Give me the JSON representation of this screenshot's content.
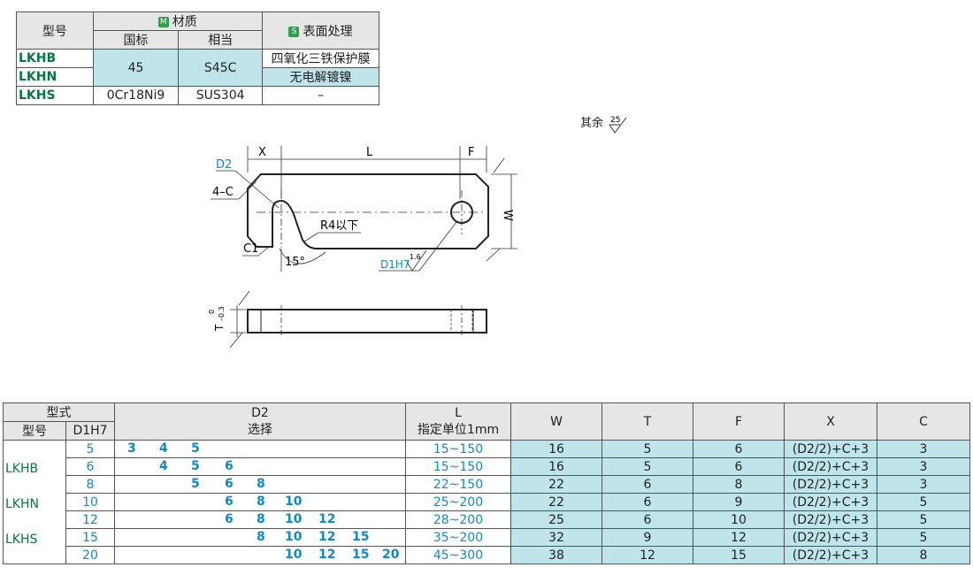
{
  "materials": {
    "header": {
      "model": "型号",
      "material": "材质",
      "gb": "国标",
      "equiv": "相当",
      "surface": "表面处理",
      "m_badge": "M",
      "s_badge": "S"
    },
    "rows": [
      {
        "code": "LKHB",
        "gb": "45",
        "equiv": "S45C",
        "surface": "四氧化三铁保护膜"
      },
      {
        "code": "LKHN",
        "surface": "无电解镀镍"
      },
      {
        "code": "LKHS",
        "gb": "0Cr18Ni9",
        "equiv": "SUS304",
        "surface": "–"
      }
    ]
  },
  "drawing": {
    "roughness_note": "其余",
    "roughness_default": "25",
    "labels": {
      "X": "X",
      "L": "L",
      "F": "F",
      "D2": "D2",
      "chamfer": "4–C",
      "radius": "R4以下",
      "C1": "C1",
      "angle": "15°",
      "D1": "D1H7",
      "D1_rough": "1.6",
      "W": "W",
      "T": "T",
      "tol_upper": "0",
      "tol_lower": "–0.3"
    }
  },
  "spec": {
    "header": {
      "type": "型式",
      "model": "型号",
      "d1": "D1H7",
      "d2": "D2",
      "select": "选择",
      "L": "L",
      "L_unit": "指定单位1mm",
      "W": "W",
      "T": "T",
      "F": "F",
      "X": "X",
      "C": "C"
    },
    "codes": [
      "LKHB",
      "LKHN",
      "LKHS"
    ],
    "rows": [
      {
        "d1": "5",
        "d2": [
          "3",
          "4",
          "5"
        ],
        "L": "15~150",
        "W": "16",
        "T": "5",
        "F": "6",
        "X": "(D2/2)+C+3",
        "C": "3"
      },
      {
        "d1": "6",
        "d2": [
          "4",
          "5",
          "6"
        ],
        "L": "15~150",
        "W": "16",
        "T": "5",
        "F": "6",
        "X": "(D2/2)+C+3",
        "C": "3"
      },
      {
        "d1": "8",
        "d2": [
          "5",
          "6",
          "8"
        ],
        "L": "22~150",
        "W": "22",
        "T": "6",
        "F": "8",
        "X": "(D2/2)+C+3",
        "C": "3"
      },
      {
        "d1": "10",
        "d2": [
          "6",
          "8",
          "10"
        ],
        "L": "25~200",
        "W": "22",
        "T": "6",
        "F": "9",
        "X": "(D2/2)+C+3",
        "C": "5"
      },
      {
        "d1": "12",
        "d2": [
          "6",
          "8",
          "10",
          "12"
        ],
        "L": "28~200",
        "W": "25",
        "T": "6",
        "F": "10",
        "X": "(D2/2)+C+3",
        "C": "5"
      },
      {
        "d1": "15",
        "d2": [
          "8",
          "10",
          "12",
          "15"
        ],
        "L": "35~200",
        "W": "32",
        "T": "9",
        "F": "12",
        "X": "(D2/2)+C+3",
        "C": "5"
      },
      {
        "d1": "20",
        "d2": [
          "10",
          "12",
          "15",
          "20"
        ],
        "L": "45~300",
        "W": "38",
        "T": "12",
        "F": "15",
        "X": "(D2/2)+C+3",
        "C": "8"
      }
    ]
  }
}
